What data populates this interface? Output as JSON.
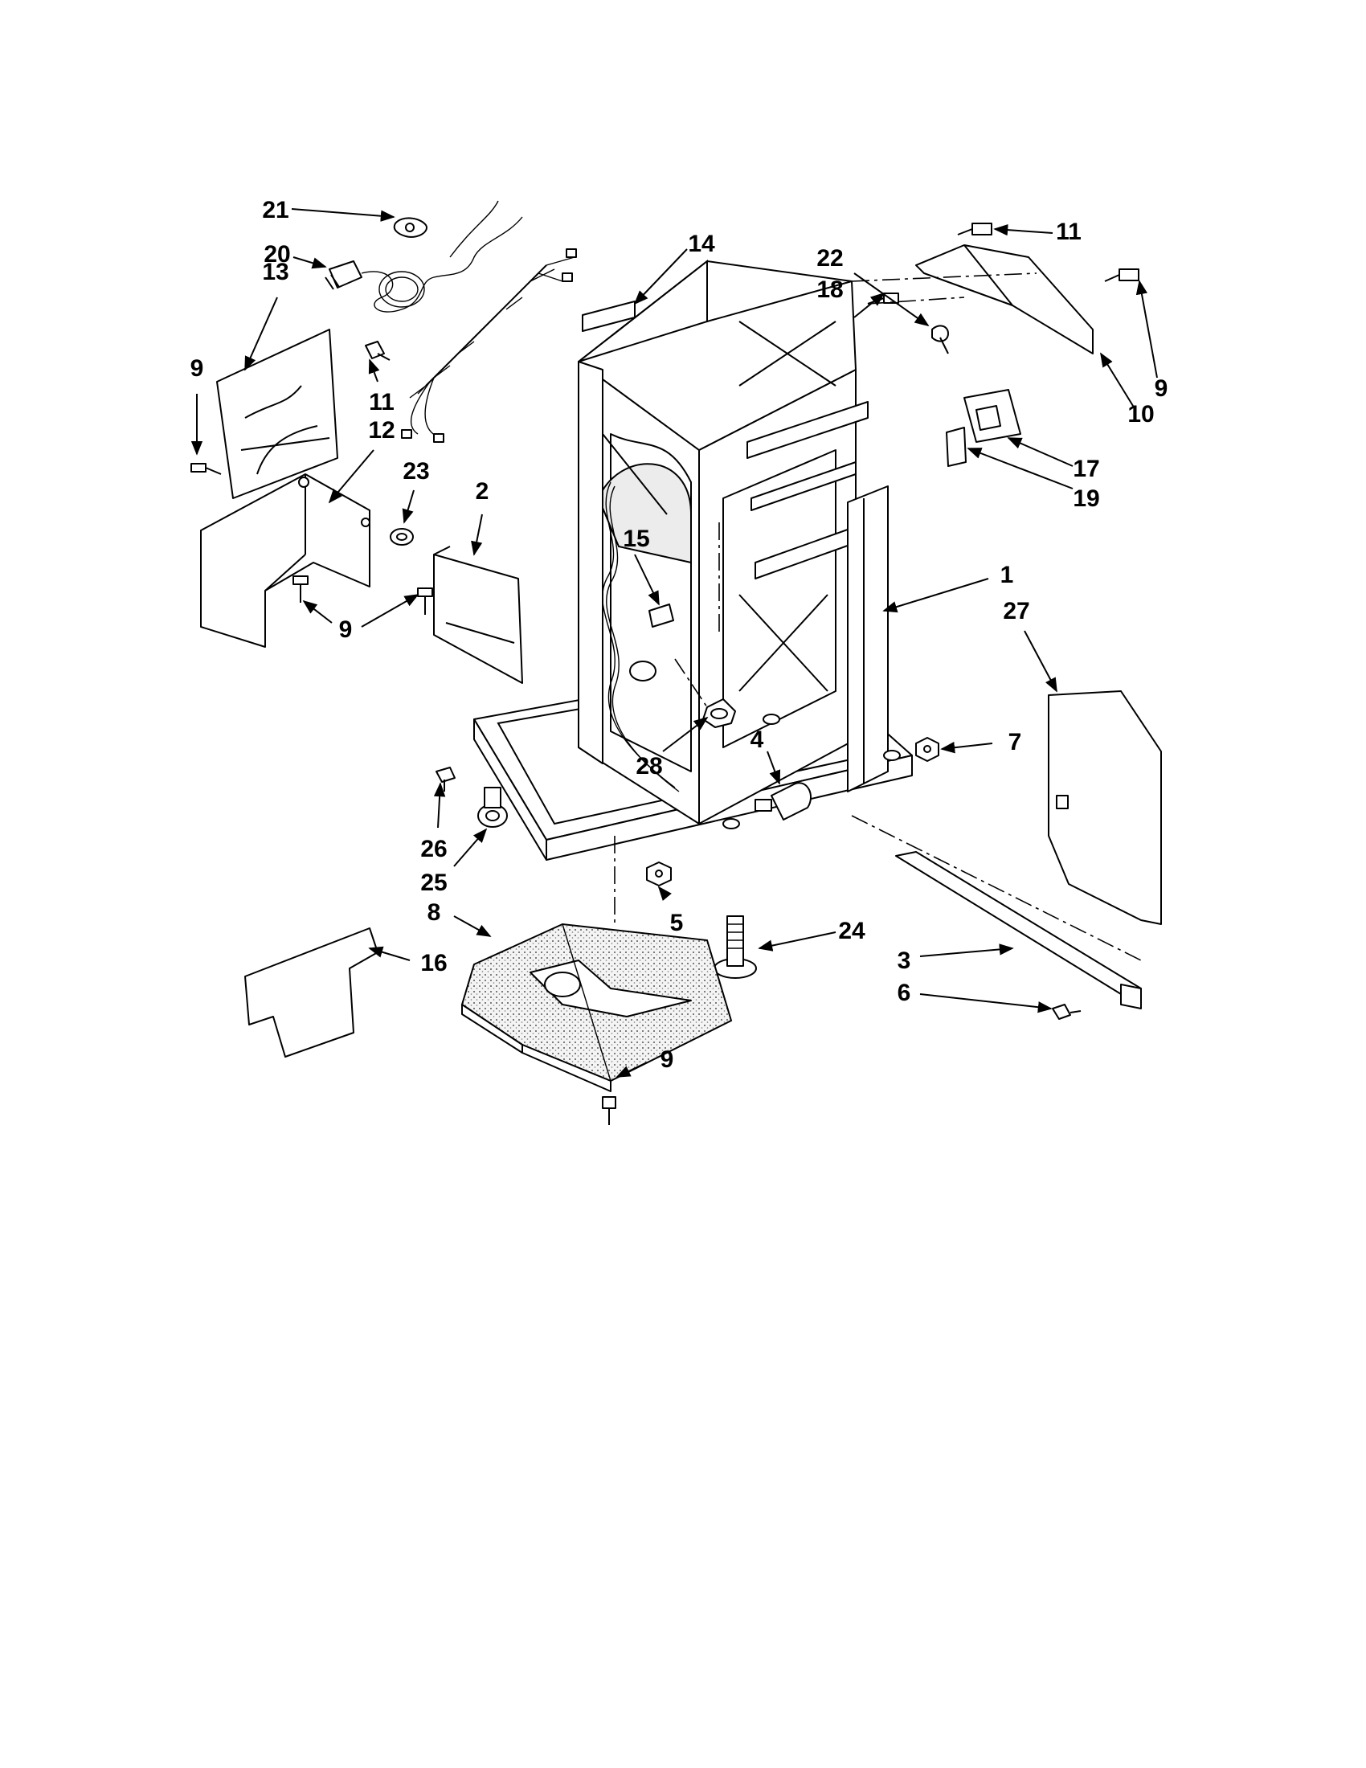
{
  "callouts": [
    {
      "id": "c21",
      "label": "21"
    },
    {
      "id": "c20",
      "label": "20"
    },
    {
      "id": "c13",
      "label": "13"
    },
    {
      "id": "c9a",
      "label": "9"
    },
    {
      "id": "c11a",
      "label": "11"
    },
    {
      "id": "c12",
      "label": "12"
    },
    {
      "id": "c23",
      "label": "23"
    },
    {
      "id": "c2",
      "label": "2"
    },
    {
      "id": "c9b",
      "label": "9"
    },
    {
      "id": "c14",
      "label": "14"
    },
    {
      "id": "c22",
      "label": "22"
    },
    {
      "id": "c18",
      "label": "18"
    },
    {
      "id": "c11b",
      "label": "11"
    },
    {
      "id": "c9c",
      "label": "9"
    },
    {
      "id": "c10",
      "label": "10"
    },
    {
      "id": "c17",
      "label": "17"
    },
    {
      "id": "c19",
      "label": "19"
    },
    {
      "id": "c15",
      "label": "15"
    },
    {
      "id": "c1",
      "label": "1"
    },
    {
      "id": "c27",
      "label": "27"
    },
    {
      "id": "c28",
      "label": "28"
    },
    {
      "id": "c4",
      "label": "4"
    },
    {
      "id": "c7",
      "label": "7"
    },
    {
      "id": "c26",
      "label": "26"
    },
    {
      "id": "c25",
      "label": "25"
    },
    {
      "id": "c8",
      "label": "8"
    },
    {
      "id": "c5",
      "label": "5"
    },
    {
      "id": "c24",
      "label": "24"
    },
    {
      "id": "c16",
      "label": "16"
    },
    {
      "id": "c3",
      "label": "3"
    },
    {
      "id": "c6",
      "label": "6"
    },
    {
      "id": "c9d",
      "label": "9"
    }
  ]
}
